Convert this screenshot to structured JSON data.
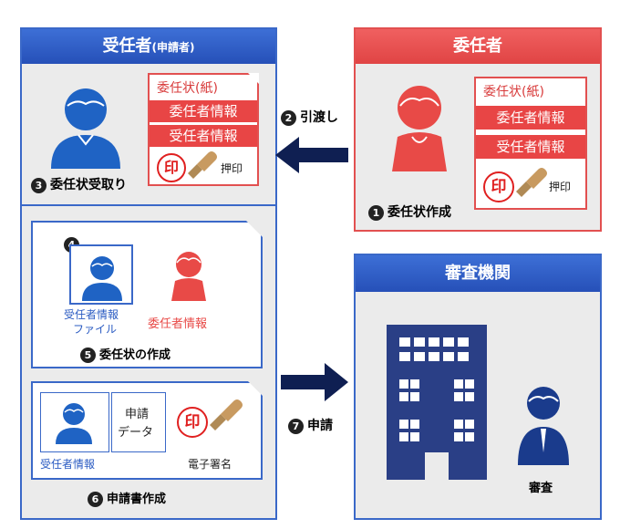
{
  "left_panel": {
    "title": "受任者",
    "title_sub": "(申請者)",
    "step3": {
      "num": "3",
      "label": "委任状受取り"
    },
    "step4": {
      "num": "4"
    },
    "step5": {
      "num": "5",
      "label": "委任状の作成"
    },
    "step6": {
      "num": "6",
      "label": "申請書作成"
    },
    "file_label_line1": "受任者情報",
    "file_label_line2": "ファイル",
    "delegator_info_label": "委任者情報",
    "applicant_info_label": "受任者情報",
    "application_data_line1": "申請",
    "application_data_line2": "データ",
    "e_signature_label": "電子署名"
  },
  "right_panel": {
    "title": "委任者",
    "step1": {
      "num": "1",
      "label": "委任状作成"
    }
  },
  "letter_doc": {
    "title": "委任状(紙)",
    "row1": "委任者情報",
    "row2": "受任者情報",
    "stamp_char": "印",
    "stamp_label": "押印"
  },
  "handover": {
    "num": "2",
    "label": "引渡し"
  },
  "apply": {
    "num": "7",
    "label": "申請"
  },
  "review_panel": {
    "title": "審査機関",
    "reviewer_label": "審査"
  },
  "colors": {
    "blue_header": "#2d5cc8",
    "blue_border": "#3a68c8",
    "red_header": "#e84e4e",
    "red_border": "#e25050",
    "person_blue": "#1f63c4",
    "person_red": "#e84a47",
    "panel_bg": "#ebebeb",
    "arrow_navy": "#0f1f52",
    "building": "#2a3f86"
  }
}
